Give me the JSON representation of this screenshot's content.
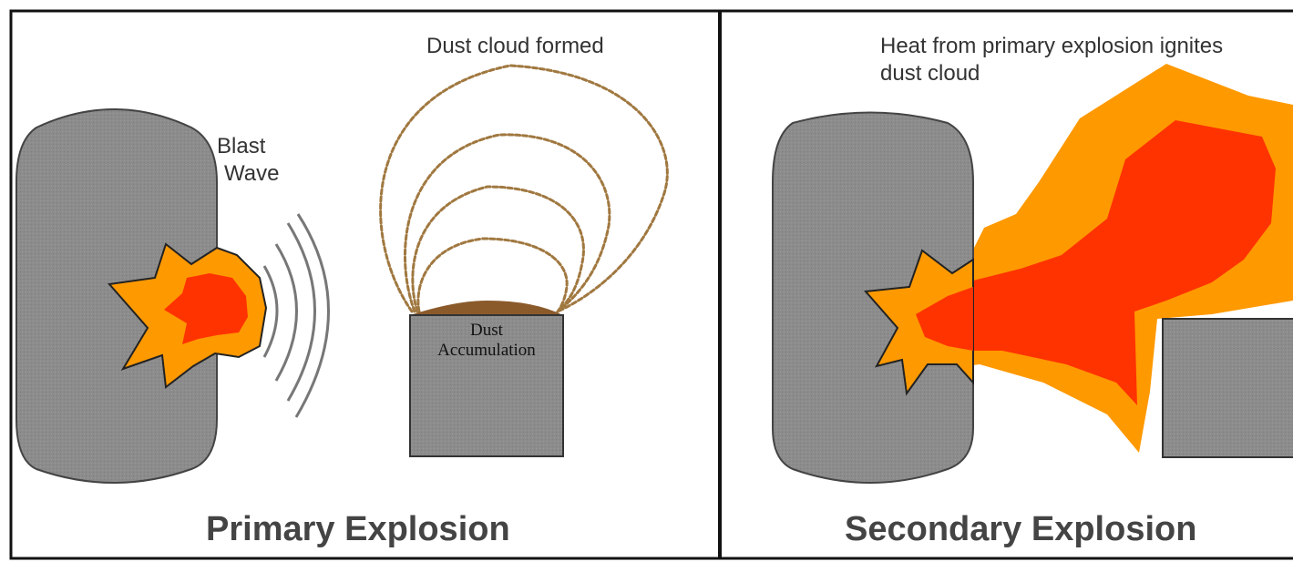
{
  "panels": {
    "primary": {
      "title": "Primary Explosion",
      "blast_label_line1": "Blast",
      "blast_label_line2": "Wave",
      "cloud_label": "Dust cloud formed",
      "accum_line1": "Dust",
      "accum_line2": "Accumulation"
    },
    "secondary": {
      "title": "Secondary Explosion",
      "heat_line1": "Heat from primary explosion ignites",
      "heat_line2": "dust cloud"
    }
  },
  "colors": {
    "vessel": "#8c8c8c",
    "outline": "#222222",
    "flame_outer": "#ff9900",
    "flame_inner": "#ff3300",
    "dust": "#a07840",
    "dust_layer": "#8b5a2b"
  }
}
